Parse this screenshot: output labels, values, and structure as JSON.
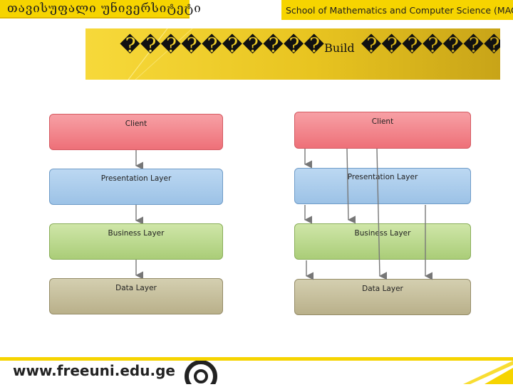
{
  "header": {
    "university_name": "თავისუფალი უნივერსიტეტი",
    "school_name": "School of Mathematics and Computer Science (MACS)"
  },
  "slide": {
    "title_left": "����������",
    "title_middle": "Build",
    "title_right": "�������"
  },
  "diagrams": {
    "left": {
      "layers": [
        "Client",
        "Presentation Layer",
        "Business Layer",
        "Data Layer"
      ]
    },
    "right": {
      "layers": [
        "Client",
        "Presentation Layer",
        "Business Layer",
        "Data Layer"
      ]
    }
  },
  "footer": {
    "url": "www.freeuni.edu.ge"
  },
  "colors": {
    "brand_yellow": "#f6d400",
    "arrow_gray": "#777777"
  },
  "icons": [
    "freeuni-logo-icon"
  ]
}
